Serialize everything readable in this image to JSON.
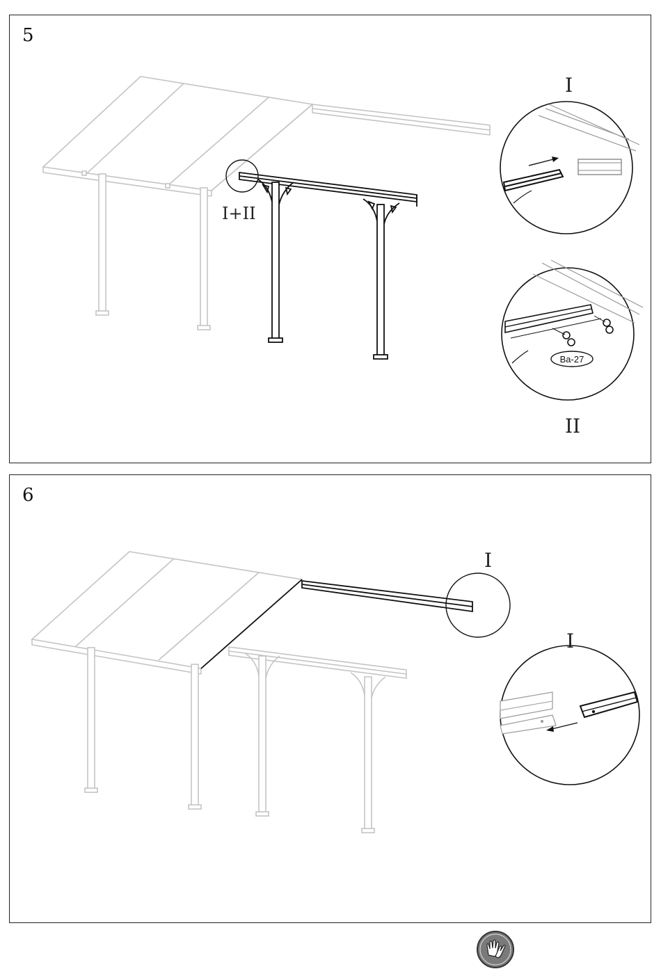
{
  "step5": {
    "number": "5",
    "callout_label": "I+II",
    "detail_top_label": "I",
    "detail_bottom_label": "II",
    "part_label": "Ba-27"
  },
  "step6": {
    "number": "6",
    "callout_label": "I",
    "detail_label": "I"
  },
  "footer": {
    "badge_icon": "gloves-icon"
  }
}
